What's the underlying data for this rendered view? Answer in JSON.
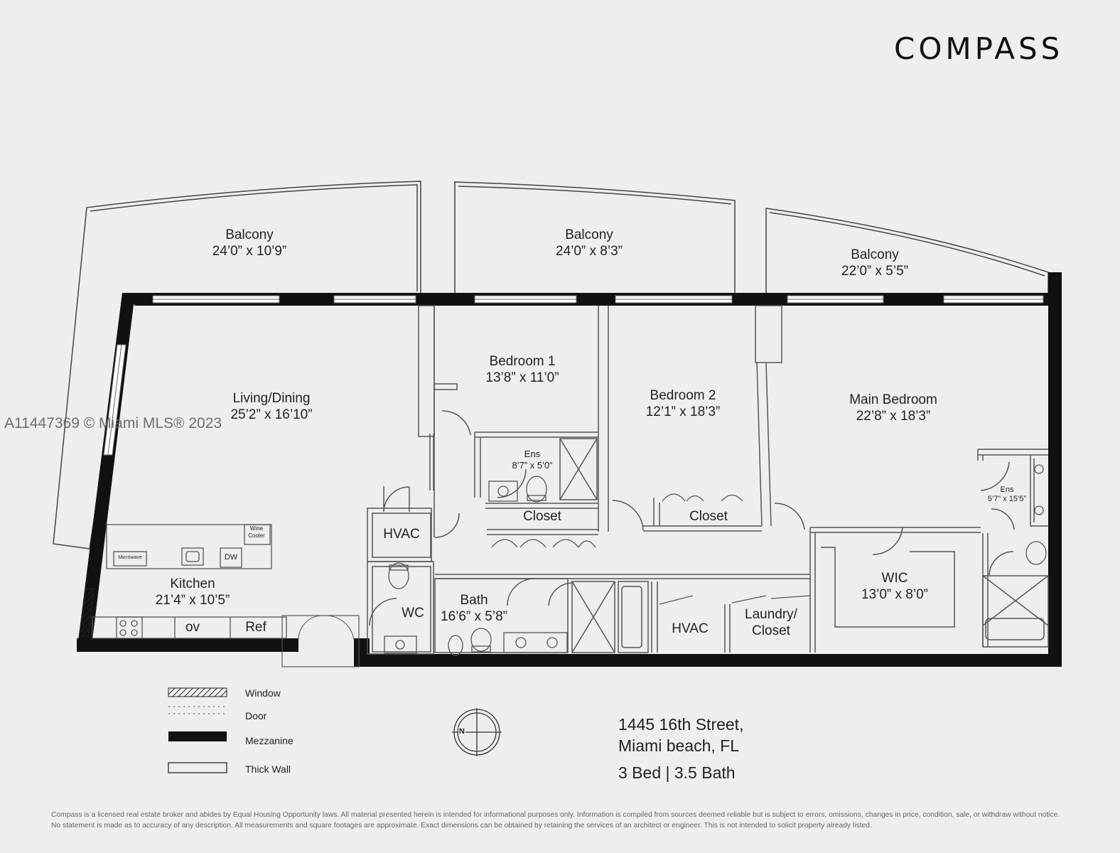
{
  "brand": {
    "logo_text": "COMPASS"
  },
  "watermark": "A11447369 © Miami MLS® 2023",
  "rooms": {
    "balcony_left": {
      "name": "Balcony",
      "dims": "24’0” x 10’9”"
    },
    "balcony_mid": {
      "name": "Balcony",
      "dims": "24’0” x 8’3”"
    },
    "balcony_right": {
      "name": "Balcony",
      "dims": "22’0” x 5’5”"
    },
    "living_dining": {
      "name": "Living/Dining",
      "dims": "25’2” x 16’10”"
    },
    "bedroom1": {
      "name": "Bedroom 1",
      "dims": "13’8” x 11’0”"
    },
    "bedroom2": {
      "name": "Bedroom 2",
      "dims": "12’1” x 18’3”"
    },
    "main_bedroom": {
      "name": "Main Bedroom",
      "dims": "22’8” x 18’3”"
    },
    "ens1": {
      "name": "Ens",
      "dims": "8’7” x 5’0”"
    },
    "ens2": {
      "name": "Ens",
      "dims": "5’7” x 15’5”"
    },
    "closet1": {
      "name": "Closet"
    },
    "closet2": {
      "name": "Closet"
    },
    "hvac1": {
      "name": "HVAC"
    },
    "hvac2": {
      "name": "HVAC"
    },
    "wc": {
      "name": "WC"
    },
    "bath": {
      "name": "Bath",
      "dims": "16’6” x 5’8”"
    },
    "laundry": {
      "name": "Laundry/",
      "name2": "Closet"
    },
    "wic": {
      "name": "WIC",
      "dims": "13’0” x 8’0”"
    },
    "kitchen": {
      "name": "Kitchen",
      "dims": "21’4” x 10’5”"
    }
  },
  "fixtures": {
    "wine_cooler_1": "Wine",
    "wine_cooler_2": "Cooler",
    "microwave": "Microwave",
    "dw": "DW",
    "ov": "ov",
    "ref": "Ref"
  },
  "legend": {
    "window": "Window",
    "door": "Door",
    "mezzanine": "Mezzanine",
    "thick_wall": "Thick Wall"
  },
  "compass_letter": "N",
  "address": {
    "line1": "1445 16th Street,",
    "line2": "Miami beach, FL",
    "summary": "3 Bed | 3.5 Bath"
  },
  "disclaimer": "Compass is a licensed real estate broker and abides by Equal Housing Opportunity laws. All material presented herein is intended for informational purposes only. Information is compiled from sources deemed reliable but is subject to errors, omissions, changes in price, condition, sale, or withdraw without notice. No statement is made as to accuracy of any description. All measurements and square footages are approximate. Exact dimensions can be obtained by retaining the services of an architect or engineer. This is not intended to solicit property already listed."
}
